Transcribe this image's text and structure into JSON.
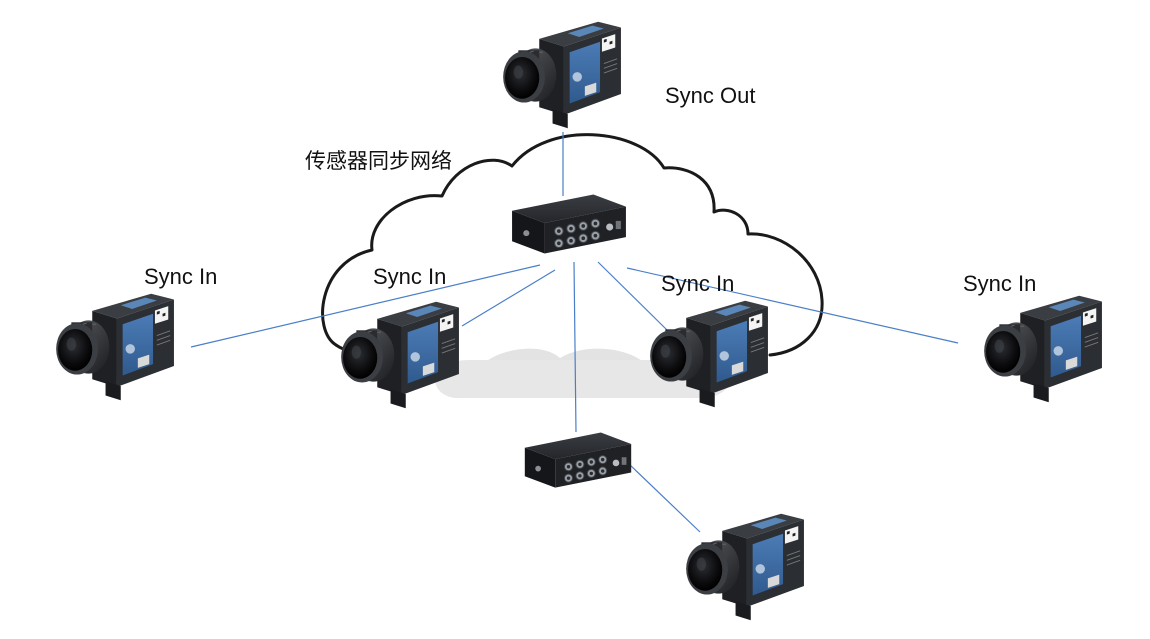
{
  "diagram": {
    "title": "传感器同步网络",
    "labels": {
      "sync_out": "Sync Out",
      "sync_in_far_left": "Sync In",
      "sync_in_inner_left": "Sync In",
      "sync_in_inner_right": "Sync In",
      "sync_in_far_right": "Sync In"
    },
    "colors": {
      "link_line": "#4a7fc8",
      "cloud_stroke": "#1a1a1a",
      "cloud_shadow": "#e3e3e3",
      "camera_body": "#26292d",
      "camera_panel": "#3f6fa8",
      "hub_body": "#1c1e21"
    }
  }
}
